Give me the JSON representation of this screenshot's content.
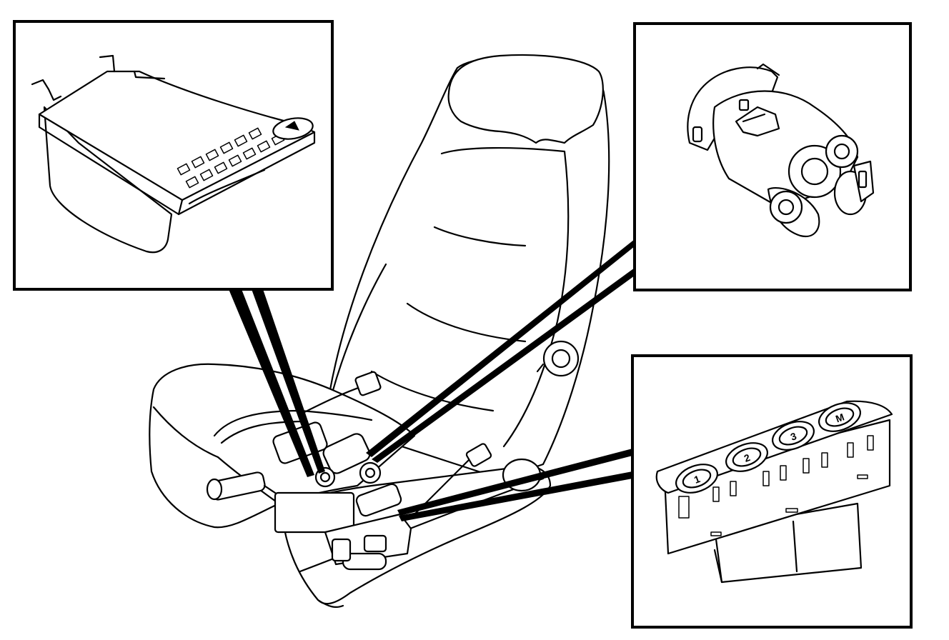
{
  "figure": {
    "subject": "power-seat",
    "callouts": [
      {
        "id": "control-module",
        "icon": "memory-module-icon"
      },
      {
        "id": "seat-motor",
        "icon": "motor-icon"
      },
      {
        "id": "switch-panel",
        "icon": "memory-switch-icon",
        "button_labels": [
          "1",
          "2",
          "3",
          "M"
        ]
      }
    ],
    "colors": {
      "ink": "#000000",
      "paper": "#ffffff"
    }
  }
}
